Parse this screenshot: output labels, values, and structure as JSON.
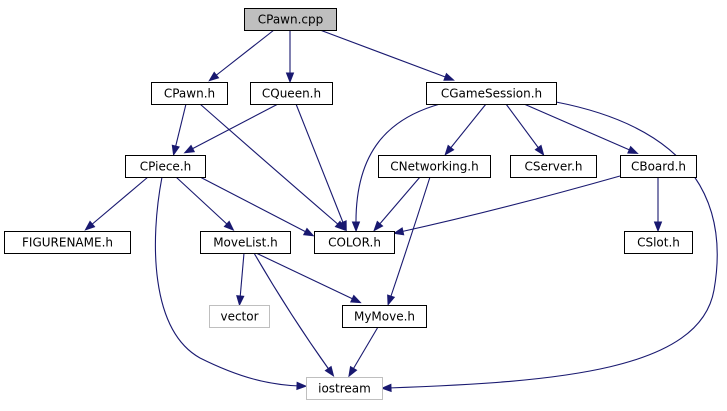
{
  "diagram": {
    "type": "include-dependency-graph",
    "colors": {
      "edge": "#191970",
      "node_border": "#000000",
      "root_fill": "#bfbfbf",
      "external_border": "#bfbfbf"
    },
    "nodes": [
      {
        "id": "cpawn_cpp",
        "label": "CPawn.cpp",
        "kind": "root"
      },
      {
        "id": "cpawn_h",
        "label": "CPawn.h",
        "kind": "header"
      },
      {
        "id": "cqueen_h",
        "label": "CQueen.h",
        "kind": "header"
      },
      {
        "id": "cgamesession_h",
        "label": "CGameSession.h",
        "kind": "header"
      },
      {
        "id": "cpiece_h",
        "label": "CPiece.h",
        "kind": "header"
      },
      {
        "id": "cnetworking_h",
        "label": "CNetworking.h",
        "kind": "header"
      },
      {
        "id": "cserver_h",
        "label": "CServer.h",
        "kind": "header"
      },
      {
        "id": "cboard_h",
        "label": "CBoard.h",
        "kind": "header"
      },
      {
        "id": "figurename_h",
        "label": "FIGURENAME.h",
        "kind": "header"
      },
      {
        "id": "movelist_h",
        "label": "MoveList.h",
        "kind": "header"
      },
      {
        "id": "color_h",
        "label": "COLOR.h",
        "kind": "header"
      },
      {
        "id": "cslot_h",
        "label": "CSlot.h",
        "kind": "header"
      },
      {
        "id": "vector",
        "label": "vector",
        "kind": "external"
      },
      {
        "id": "mymove_h",
        "label": "MyMove.h",
        "kind": "header"
      },
      {
        "id": "iostream",
        "label": "iostream",
        "kind": "external"
      }
    ],
    "edges": [
      {
        "from": "cpawn_cpp",
        "to": "cpawn_h"
      },
      {
        "from": "cpawn_cpp",
        "to": "cqueen_h"
      },
      {
        "from": "cpawn_cpp",
        "to": "cgamesession_h"
      },
      {
        "from": "cpawn_h",
        "to": "cpiece_h"
      },
      {
        "from": "cpawn_h",
        "to": "color_h"
      },
      {
        "from": "cqueen_h",
        "to": "cpiece_h"
      },
      {
        "from": "cqueen_h",
        "to": "color_h"
      },
      {
        "from": "cgamesession_h",
        "to": "color_h"
      },
      {
        "from": "cgamesession_h",
        "to": "cnetworking_h"
      },
      {
        "from": "cgamesession_h",
        "to": "cserver_h"
      },
      {
        "from": "cgamesession_h",
        "to": "cboard_h"
      },
      {
        "from": "cgamesession_h",
        "to": "iostream"
      },
      {
        "from": "cpiece_h",
        "to": "figurename_h"
      },
      {
        "from": "cpiece_h",
        "to": "movelist_h"
      },
      {
        "from": "cpiece_h",
        "to": "color_h"
      },
      {
        "from": "cpiece_h",
        "to": "iostream"
      },
      {
        "from": "cnetworking_h",
        "to": "color_h"
      },
      {
        "from": "cnetworking_h",
        "to": "mymove_h"
      },
      {
        "from": "cboard_h",
        "to": "color_h"
      },
      {
        "from": "cboard_h",
        "to": "cslot_h"
      },
      {
        "from": "movelist_h",
        "to": "vector"
      },
      {
        "from": "movelist_h",
        "to": "mymove_h"
      },
      {
        "from": "movelist_h",
        "to": "iostream"
      },
      {
        "from": "mymove_h",
        "to": "iostream"
      }
    ]
  }
}
